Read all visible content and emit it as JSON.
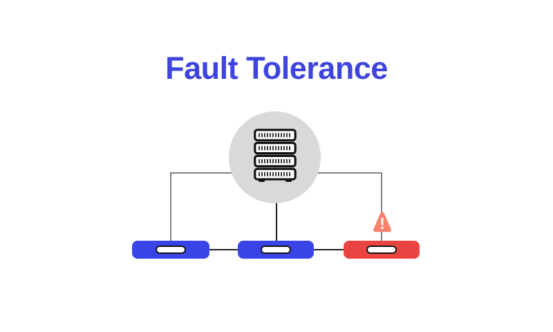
{
  "page": {
    "background_color": "#ffffff"
  },
  "title": {
    "text": "Fault Tolerance",
    "color": "#3e44de"
  },
  "diagram": {
    "hub": {
      "icon": "server-rack-icon",
      "circle_color": "#d9d9d9",
      "server_units": 4
    },
    "connections": {
      "bus_line_color": "#808080",
      "center_link_color": "#1b1b1b",
      "node_link_color": "#1b1b1b"
    },
    "nodes": [
      {
        "id": "node-1",
        "status": "healthy",
        "color": "#3a44e6"
      },
      {
        "id": "node-2",
        "status": "healthy",
        "color": "#3a44e6"
      },
      {
        "id": "node-3",
        "status": "faulted",
        "color": "#e94442"
      }
    ],
    "warning": {
      "icon": "warning-triangle-icon",
      "color": "#f8806b",
      "mark_color": "#ffffff"
    }
  }
}
